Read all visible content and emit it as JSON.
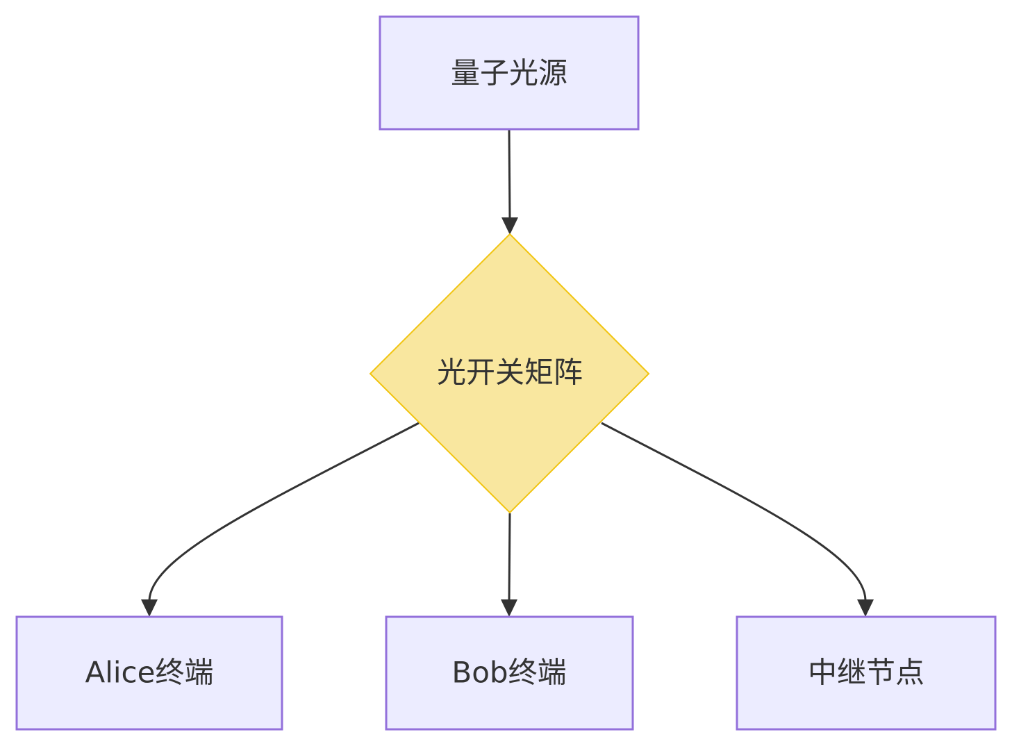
{
  "diagram": {
    "type": "flowchart",
    "direction": "top-down",
    "colors": {
      "box_fill": "#ececff",
      "box_stroke": "#9370db",
      "decision_fill": "#f9e79f",
      "decision_stroke": "#f1c40f",
      "edge": "#333333",
      "text": "#333333"
    },
    "nodes": {
      "source": {
        "label": "量子光源",
        "shape": "rectangle"
      },
      "switch": {
        "label": "光开关矩阵",
        "shape": "diamond"
      },
      "alice": {
        "label": "Alice终端",
        "shape": "rectangle"
      },
      "bob": {
        "label": "Bob终端",
        "shape": "rectangle"
      },
      "relay": {
        "label": "中继节点",
        "shape": "rectangle"
      }
    },
    "edges": [
      {
        "from": "source",
        "to": "switch"
      },
      {
        "from": "switch",
        "to": "alice"
      },
      {
        "from": "switch",
        "to": "bob"
      },
      {
        "from": "switch",
        "to": "relay"
      }
    ]
  }
}
